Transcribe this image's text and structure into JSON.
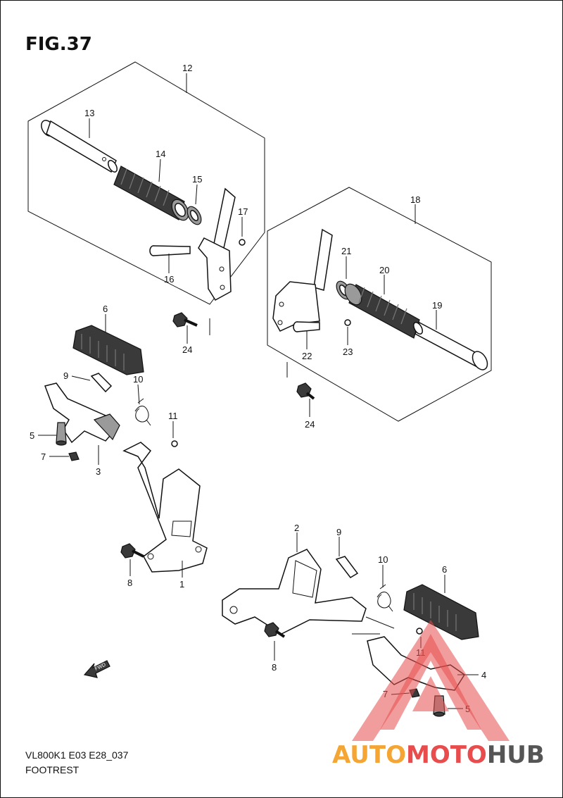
{
  "figure": {
    "label": "FIG.37"
  },
  "model_code": "VL800K1 E03 E28_037",
  "section_name": "FOOTREST",
  "fwd_marker": "FWD",
  "callouts": {
    "c1": "1",
    "c2": "2",
    "c3": "3",
    "c4": "4",
    "c5a": "5",
    "c5b": "5",
    "c6a": "6",
    "c6b": "6",
    "c7a": "7",
    "c7b": "7",
    "c8a": "8",
    "c8b": "8",
    "c9a": "9",
    "c9b": "9",
    "c10a": "10",
    "c10b": "10",
    "c11a": "11",
    "c11b": "11",
    "c12": "12",
    "c13": "13",
    "c14": "14",
    "c15": "15",
    "c16": "16",
    "c17": "17",
    "c18": "18",
    "c19": "19",
    "c20": "20",
    "c21": "21",
    "c22": "22",
    "c23": "23",
    "c24a": "24",
    "c24b": "24"
  },
  "watermark": {
    "part1": "AUTO",
    "part2": "MOTO",
    "part3": "HUB",
    "color_part1": "#f4a533",
    "color_part2": "#e84c4c",
    "color_part3": "#555555"
  }
}
